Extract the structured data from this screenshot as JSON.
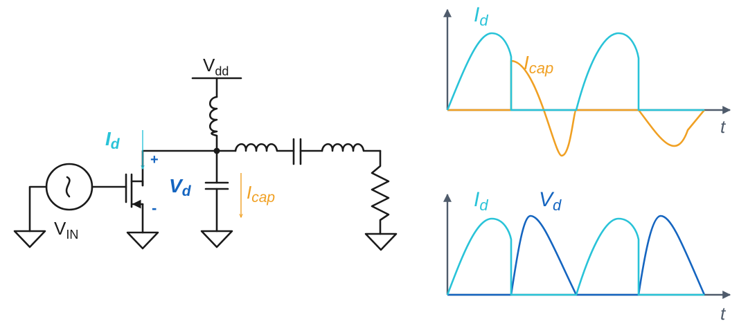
{
  "colors": {
    "wire": "#1a1a1a",
    "id": "#29c3d8",
    "icap": "#f0a023",
    "vd": "#1565c0",
    "axis": "#4f5b6b"
  },
  "circuit": {
    "vdd": {
      "main": "V",
      "sub": "dd"
    },
    "vin": {
      "main": "V",
      "sub": "IN"
    },
    "id": {
      "main": "I",
      "sub": "d"
    },
    "vd": {
      "main": "V",
      "sub": "d"
    },
    "icap": {
      "main": "I",
      "sub": "cap"
    },
    "plus": "+",
    "minus": "-"
  },
  "waveforms": {
    "top": {
      "id_label": {
        "main": "I",
        "sub": "d"
      },
      "icap_label": {
        "main": "I",
        "sub": "cap"
      },
      "t_label": "t"
    },
    "bottom": {
      "id_label": {
        "main": "I",
        "sub": "d"
      },
      "vd_label": {
        "main": "V",
        "sub": "d"
      },
      "t_label": "t"
    }
  }
}
